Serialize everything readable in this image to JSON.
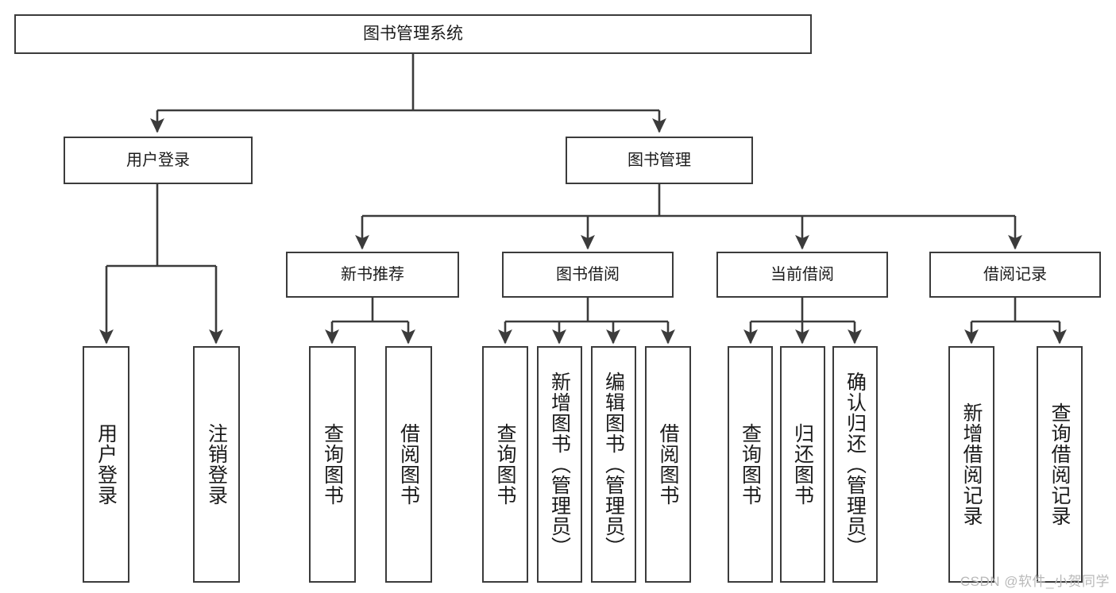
{
  "diagram": {
    "type": "tree-hierarchy-diagram",
    "title": "图书管理系统",
    "stroke_color": "#3b3b3b",
    "fill_color": "#ffffff",
    "text_color": "#1b1b1b",
    "watermark": "CSDN @软件_小贺同学"
  },
  "nodes": {
    "root": {
      "label": "图书管理系统",
      "level": 0
    },
    "level1": [
      {
        "id": "user-login",
        "label": "用户登录"
      },
      {
        "id": "book-manage",
        "label": "图书管理"
      }
    ],
    "level2": [
      {
        "id": "new-book-recommend",
        "label": "新书推荐",
        "parent": "book-manage"
      },
      {
        "id": "book-borrow",
        "label": "图书借阅",
        "parent": "book-manage"
      },
      {
        "id": "current-borrow",
        "label": "当前借阅",
        "parent": "book-manage"
      },
      {
        "id": "borrow-record",
        "label": "借阅记录",
        "parent": "book-manage"
      }
    ],
    "leaves": [
      {
        "id": "leaf-user-login",
        "label": "用户登录",
        "parent": "user-login"
      },
      {
        "id": "leaf-user-logout",
        "label": "注销登录",
        "parent": "user-login"
      },
      {
        "id": "leaf-query-book-1",
        "label": "查询图书",
        "parent": "new-book-recommend"
      },
      {
        "id": "leaf-borrow-book-1",
        "label": "借阅图书",
        "parent": "new-book-recommend"
      },
      {
        "id": "leaf-query-book-2",
        "label": "查询图书",
        "parent": "book-borrow"
      },
      {
        "id": "leaf-add-book",
        "label": "新增图书（管理员）",
        "parent": "book-borrow"
      },
      {
        "id": "leaf-edit-book",
        "label": "编辑图书（管理员）",
        "parent": "book-borrow"
      },
      {
        "id": "leaf-borrow-book-2",
        "label": "借阅图书",
        "parent": "book-borrow"
      },
      {
        "id": "leaf-query-book-3",
        "label": "查询图书",
        "parent": "current-borrow"
      },
      {
        "id": "leaf-return-book",
        "label": "归还图书",
        "parent": "current-borrow"
      },
      {
        "id": "leaf-confirm-return",
        "label": "确认归还（管理员）",
        "parent": "current-borrow"
      },
      {
        "id": "leaf-add-record",
        "label": "新增借阅记录",
        "parent": "borrow-record"
      },
      {
        "id": "leaf-query-record",
        "label": "查询借阅记录",
        "parent": "borrow-record"
      }
    ]
  }
}
